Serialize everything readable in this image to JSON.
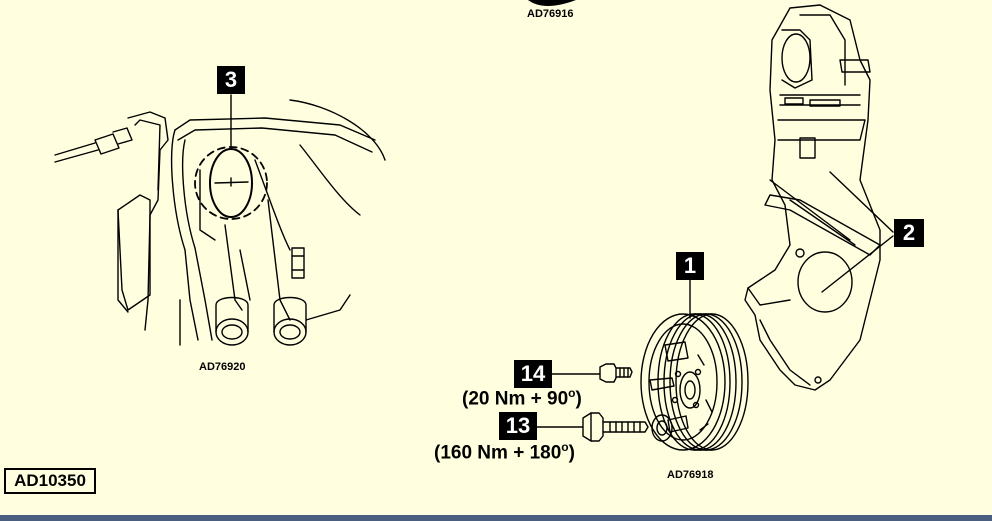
{
  "figure_id": "AD10350",
  "sub_refs": {
    "top": "AD76916",
    "left_view": "AD76920",
    "pulley_view": "AD76918"
  },
  "callouts": {
    "c1": "1",
    "c2": "2",
    "c3": "3",
    "c13": "13",
    "c14": "14"
  },
  "torques": {
    "t14_value": "(20 Nm + 90",
    "t14_degree": "o",
    "t14_close": ")",
    "t13_value": "(160 Nm + 180",
    "t13_degree": "o",
    "t13_close": ")"
  },
  "colors": {
    "background": "#ffffe0",
    "line": "#000000",
    "label_bg": "#000000",
    "label_fg": "#ffffff",
    "bottom_bar": "#4a5f80"
  }
}
